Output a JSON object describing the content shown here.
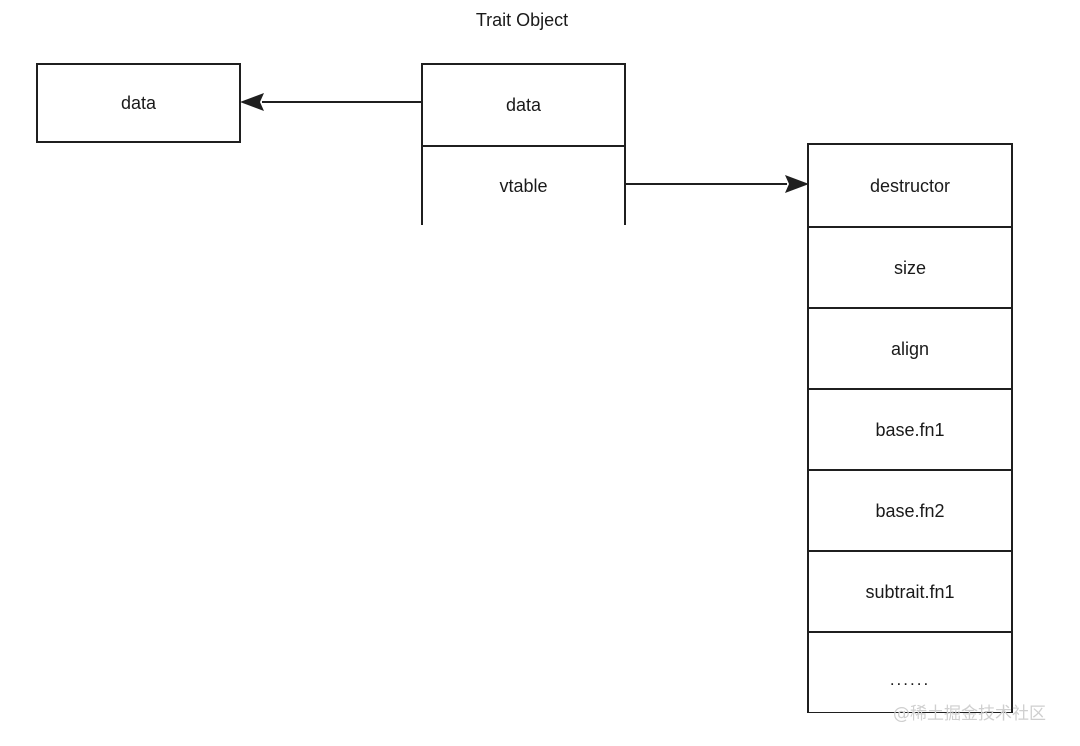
{
  "title": "Trait Object",
  "colors": {
    "background": "#ffffff",
    "stroke": "#1f1f1f",
    "text": "#1a1a1a",
    "watermark": "#cfcfcf"
  },
  "data_box": {
    "name": "data-box",
    "cells": [
      {
        "label": "data"
      }
    ]
  },
  "trait_object_box": {
    "name": "trait-object-box",
    "cells": [
      {
        "label": "data"
      },
      {
        "label": "vtable"
      }
    ]
  },
  "vtable_box": {
    "name": "vtable-box",
    "cells": [
      {
        "label": "destructor"
      },
      {
        "label": "size"
      },
      {
        "label": "align"
      },
      {
        "label": "base.fn1"
      },
      {
        "label": "base.fn2"
      },
      {
        "label": "subtrait.fn1"
      },
      {
        "label": "......"
      }
    ]
  },
  "arrows": [
    {
      "name": "data-pointer-arrow",
      "from": "trait-object-box.data",
      "to": "data-box",
      "direction": "left"
    },
    {
      "name": "vtable-pointer-arrow",
      "from": "trait-object-box.vtable",
      "to": "vtable-box",
      "direction": "right"
    }
  ],
  "watermark": "@稀土掘金技术社区"
}
